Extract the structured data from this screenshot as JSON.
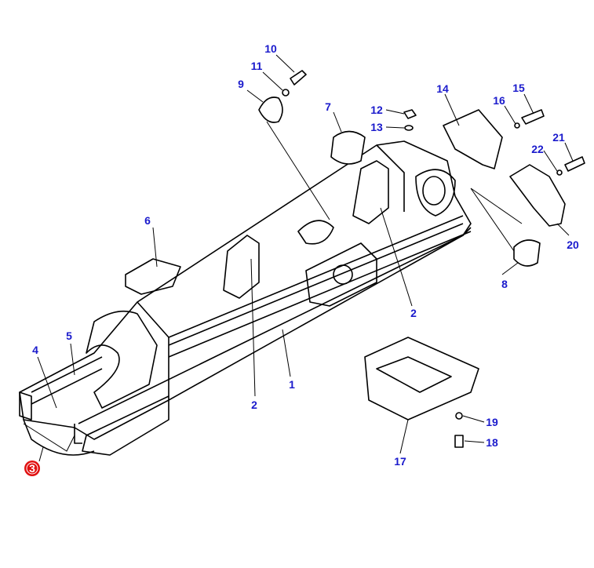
{
  "diagram": {
    "labels": {
      "p1": "1",
      "p2a": "2",
      "p2b": "2",
      "p4": "4",
      "p5": "5",
      "p6": "6",
      "p7": "7",
      "p8": "8",
      "p9": "9",
      "p10": "10",
      "p11": "11",
      "p12": "12",
      "p13": "13",
      "p14": "14",
      "p15": "15",
      "p16": "16",
      "p17": "17",
      "p18": "18",
      "p19": "19",
      "p20": "20",
      "p21": "21",
      "p22": "22"
    },
    "assembly_marker": "3",
    "colors": {
      "label": "#1a1acc",
      "marker": "#e01010",
      "line": "#000000"
    }
  }
}
